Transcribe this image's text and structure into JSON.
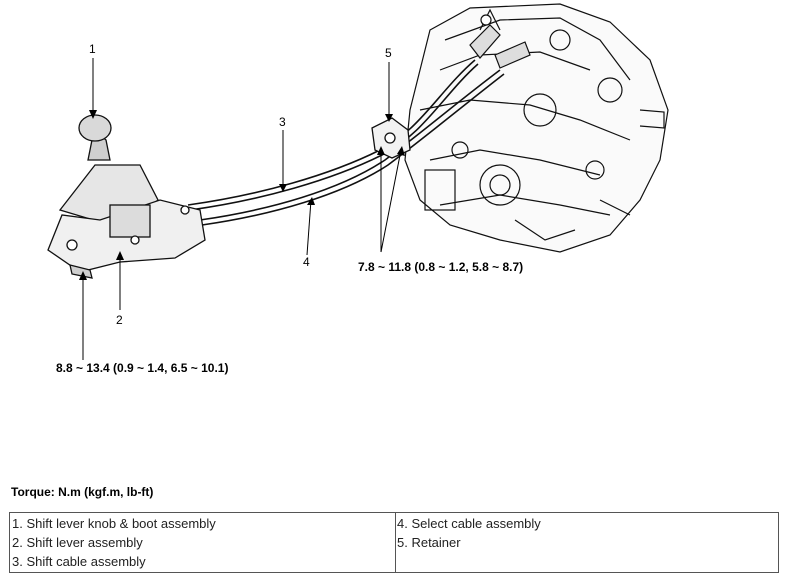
{
  "callouts": {
    "c1": "1",
    "c2": "2",
    "c3": "3",
    "c4": "4",
    "c5": "5"
  },
  "torques": {
    "retainer": "7.8 ~ 11.8 (0.8 ~ 1.2, 5.8 ~ 8.7)",
    "lever": "8.8 ~ 13.4 (0.9 ~ 1.4, 6.5 ~ 10.1)"
  },
  "torque_heading": "Torque: N.m (kgf.m, lb-ft)",
  "legend": {
    "left": [
      "1. Shift lever knob & boot assembly",
      "2. Shift lever assembly",
      "3. Shift cable assembly"
    ],
    "right": [
      "4. Select cable assembly",
      "5. Retainer"
    ]
  }
}
